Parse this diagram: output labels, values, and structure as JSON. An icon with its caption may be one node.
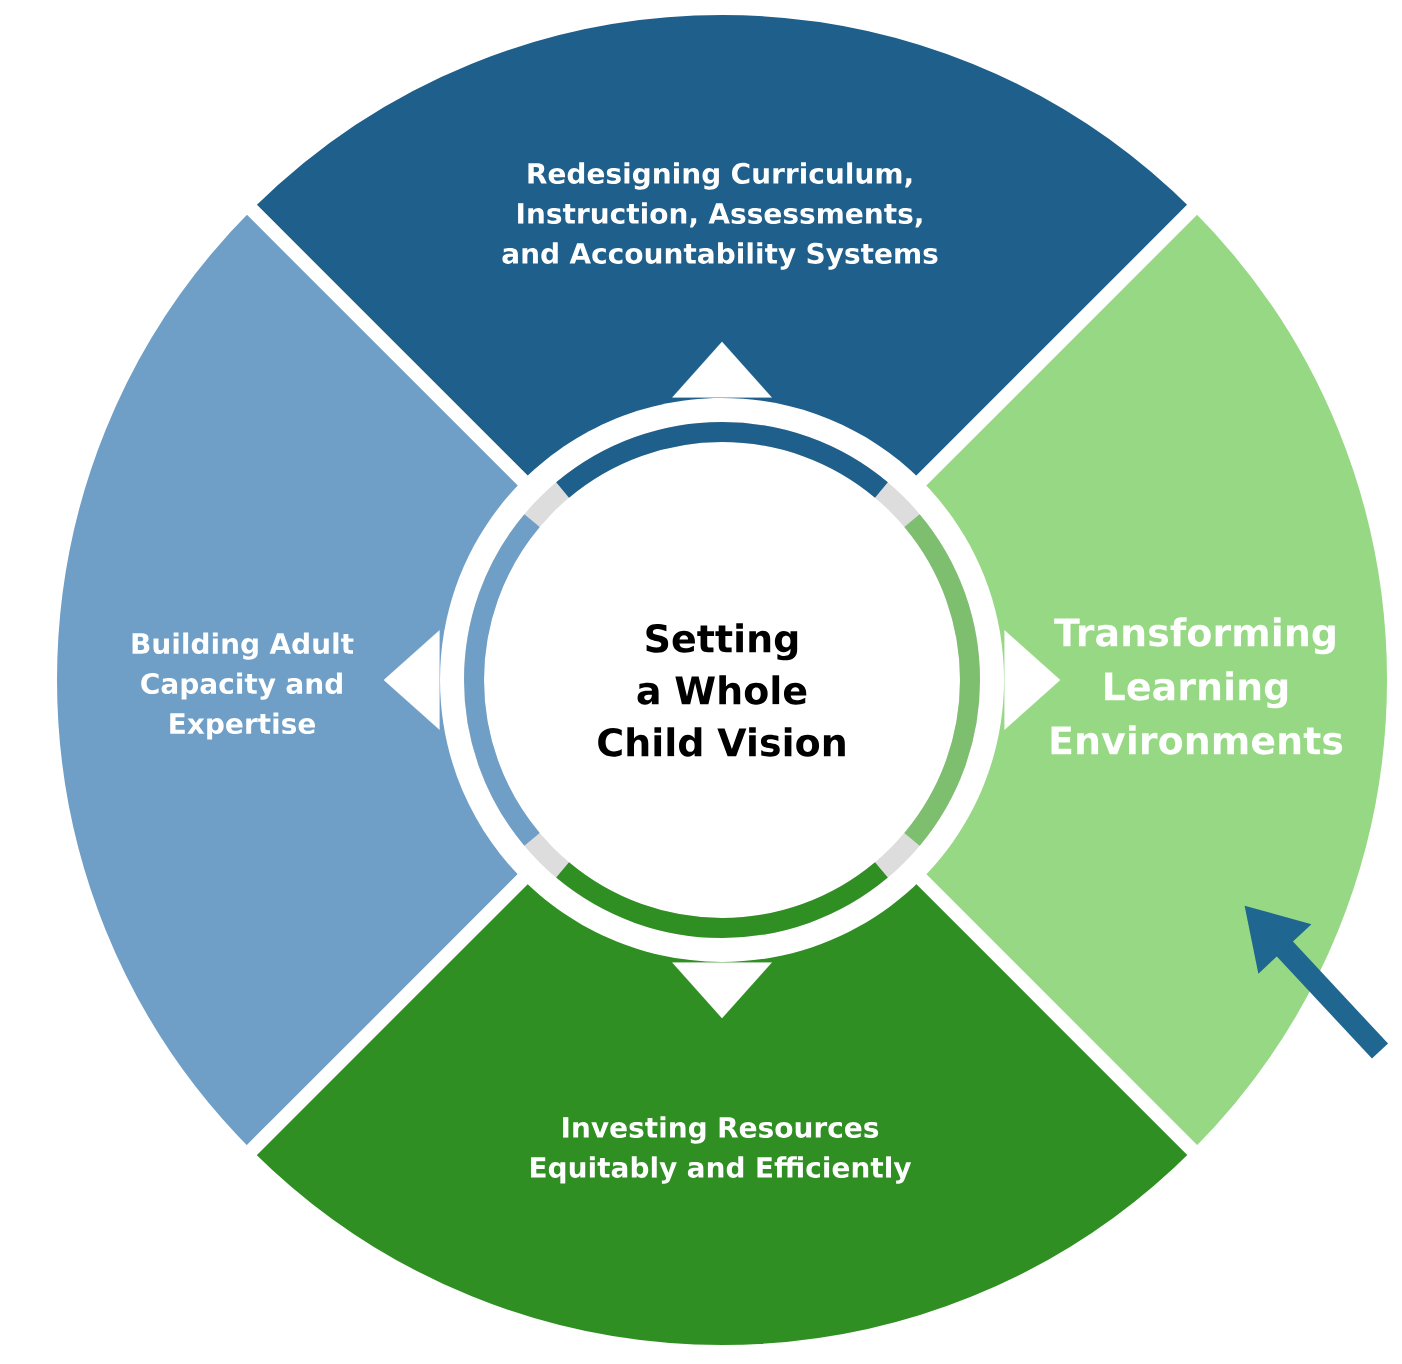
{
  "diagram": {
    "nodes": [
      {
        "text": [
          "Redesigning Curriculum, Instruction, Assessments, and Accountability Systems"
        ]
      },
      {
        "text": [
          "Building Adult Capacity and Expertise"
        ]
      },
      {
        "text": [
          "Setting a Whole Child Vision"
        ]
      },
      {
        "text": [
          "Transforming Learning Environments"
        ]
      },
      {
        "text": [
          "Investing Resources Equitably and Efficiently"
        ]
      }
    ],
    "edges": [
      {
        "from": 2,
        "to": 0,
        "arrow": "to"
      },
      {
        "from": 2,
        "to": 1,
        "arrow": "to"
      },
      {
        "from": 2,
        "to": 3,
        "arrow": "to"
      },
      {
        "from": 2,
        "to": 4,
        "arrow": "to"
      },
      {
        "from": null,
        "to": 3,
        "arrow": "to",
        "style": "thick",
        "color": "#1f6690"
      }
    ]
  }
}
